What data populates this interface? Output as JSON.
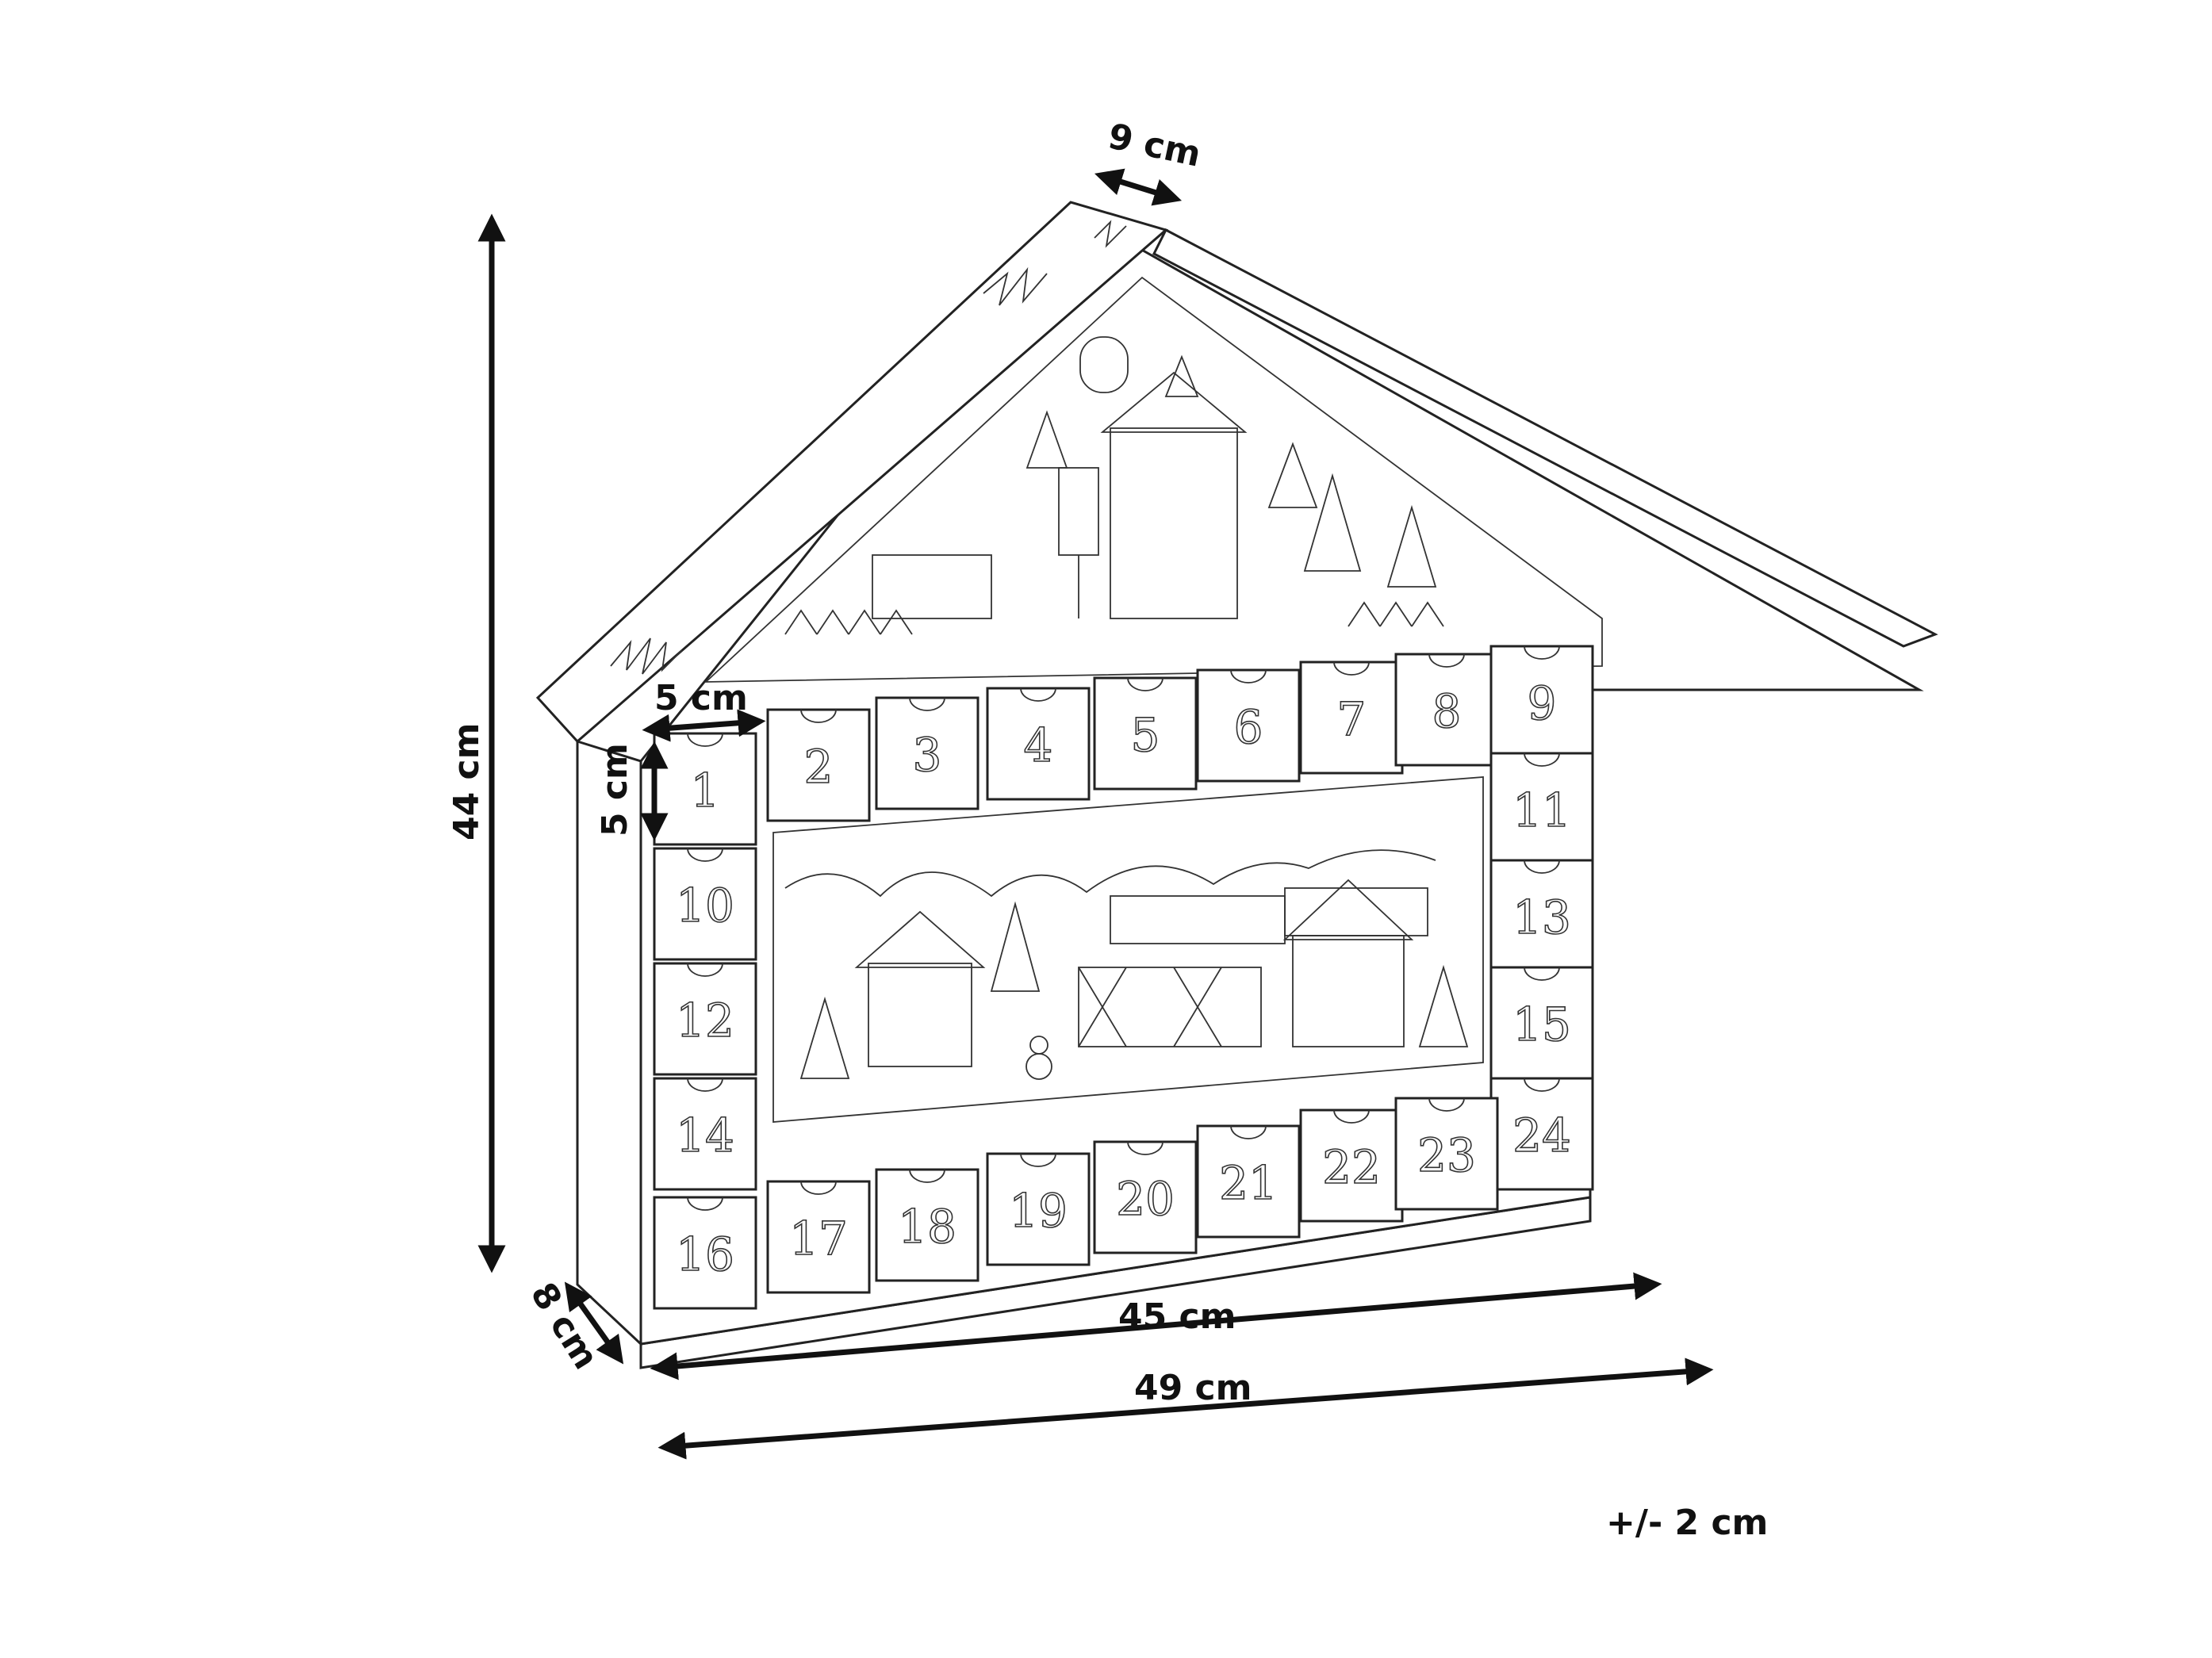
{
  "dimensions": {
    "depth_top": "9 cm",
    "height": "44 cm",
    "drawer_width": "5 cm",
    "drawer_height": "5 cm",
    "inner_width": "45 cm",
    "outer_width": "49 cm",
    "depth_bottom": "8 cm",
    "tolerance": "+/- 2 cm"
  },
  "drawers": [
    "1",
    "2",
    "3",
    "4",
    "5",
    "6",
    "7",
    "8",
    "9",
    "10",
    "11",
    "12",
    "13",
    "14",
    "15",
    "16",
    "17",
    "18",
    "19",
    "20",
    "21",
    "22",
    "23",
    "24"
  ],
  "colors": {
    "line": "#222222",
    "background": "#ffffff"
  }
}
